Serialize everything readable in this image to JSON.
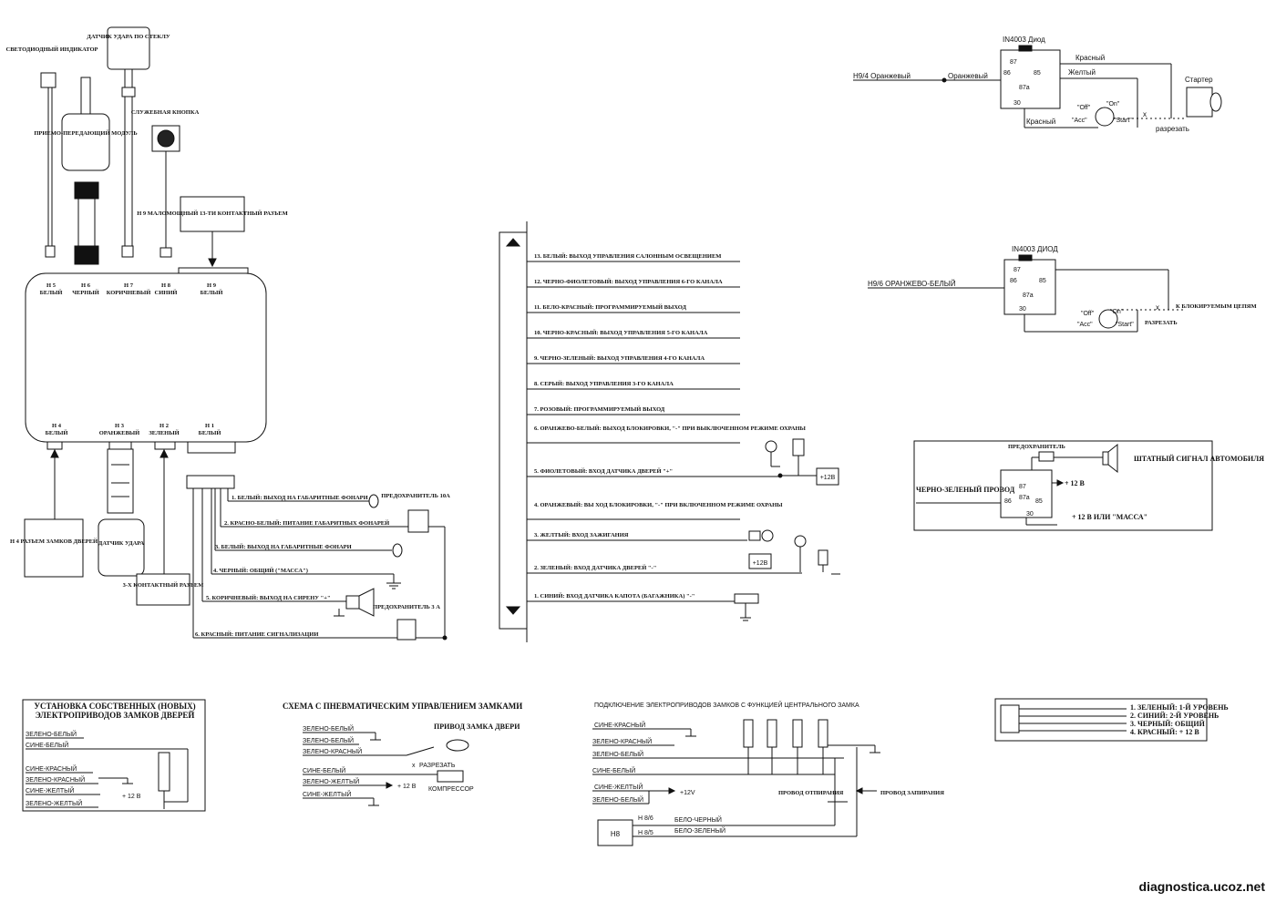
{
  "main_unit": {
    "led_label": "СВЕТОДИОДНЫЙ ИНДИКАТОР",
    "shock_glass_label": "ДАТЧИК УДАРА ПО СТЕКЛУ",
    "transceiver_label": "ПРИЕМО-ПЕРЕДАЮЩИЙ МОДУЛЬ",
    "service_button_label": "СЛУЖЕБНАЯ КНОПКА",
    "h9_connector_label": "Н 9 МАЛОМОЩНЫЙ 13-ТИ КОНТАКТНЫЙ РАЗЪЕМ",
    "top_ports": [
      {
        "id": "Н 5",
        "color": "БЕЛЫЙ"
      },
      {
        "id": "Н 6",
        "color": "ЧЕРНЫЙ"
      },
      {
        "id": "Н 7",
        "color": "КОРИЧНЕВЫЙ"
      },
      {
        "id": "Н 8",
        "color": "СИНИЙ"
      },
      {
        "id": "Н 9",
        "color": "БЕЛЫЙ"
      }
    ],
    "bottom_ports": [
      {
        "id": "Н 4",
        "color": "БЕЛЫЙ"
      },
      {
        "id": "Н 3",
        "color": "ОРАНЖЕВЫЙ"
      },
      {
        "id": "Н 2",
        "color": "ЗЕЛЕНЫЙ"
      },
      {
        "id": "Н 1",
        "color": "БЕЛЫЙ"
      }
    ],
    "door_lock_box": "Н 4 РАЗЪЕМ ЗАМКОВ ДВЕРЕЙ",
    "shock_sensor_label": "ДАТЧИК УДАРА",
    "three_pin_label": "3-Х КОНТАКТНЫЙ РАЗЪЕМ"
  },
  "h1_wires": {
    "lines": [
      "1. БЕЛЫЙ: ВЫХОД НА ГАБАРИТНЫЕ ФОНАРИ",
      "2. КРАСНО-БЕЛЫЙ: ПИТАНИЕ ГАБАРИТНЫХ ФОНАРЕЙ",
      "3. БЕЛЫЙ: ВЫХОД НА ГАБАРИТНЫЕ ФОНАРИ",
      "4. ЧЕРНЫЙ: ОБЩИЙ (\"МАССА\")",
      "5. КОРИЧНЕВЫЙ: ВЫХОД НА СИРЕНУ \"+\"",
      "6. КРАСНЫЙ: ПИТАНИЕ СИГНАЛИЗАЦИИ"
    ],
    "fuse_10a": "ПРЕДОХРАНИТЕЛЬ 10А",
    "fuse_3a": "ПРЕДОХРАНИТЕЛЬ 3 А"
  },
  "h9_wires": {
    "lines": [
      "13. БЕЛЫЙ: ВЫХОД УПРАВЛЕНИЯ САЛОННЫМ ОСВЕЩЕНИЕМ",
      "12. ЧЕРНО-ФИОЛЕТОВЫЙ: ВЫХОД УПРАВЛЕНИЯ 6-ГО КАНАЛА",
      "11. БЕЛО-КРАСНЫЙ: ПРОГРАММИРУЕМЫЙ ВЫХОД",
      "10. ЧЕРНО-КРАСНЫЙ: ВЫХОД УПРАВЛЕНИЯ 5-ГО КАНАЛА",
      "9. ЧЕРНО-ЗЕЛЕНЫЙ: ВЫХОД УПРАВЛЕНИЯ 4-ГО КАНАЛА",
      "8. СЕРЫЙ: ВЫХОД УПРАВЛЕНИЯ 3-ГО КАНАЛА",
      "7. РОЗОВЫЙ: ПРОГРАММИРУЕМЫЙ ВЫХОД",
      "6. ОРАНЖЕВО-БЕЛЫЙ: ВЫХОД БЛОКИРОВКИ, \"-\" ПРИ ВЫКЛЮЧЕННОМ РЕЖИМЕ ОХРАНЫ",
      "5. ФИОЛЕТОВЫЙ: ВХОД ДАТЧИКА ДВЕРЕЙ \"+\"",
      "4. ОРАНЖЕВЫЙ: ВЫ ХОД БЛОКИРОВКИ, \"-\" ПРИ ВКЛЮЧЕННОМ РЕЖИМЕ ОХРАНЫ",
      "3. ЖЕЛТЫЙ: ВХОД ЗАЖИГАНИЯ",
      "2. ЗЕЛЕНЫЙ: ВХОД ДАТЧИКА ДВЕРЕЙ \"-\"",
      "1. СИНИЙ: ВХОД ДАТЧИКА КАПОТА (БАГАЖНИКА) \"-\""
    ],
    "plus12_a": "+12В",
    "plus12_b": "+12В"
  },
  "starter_relay": {
    "input": "Н9/4 Оранжевый",
    "wire": "Оранжевый",
    "diode": "IN4003 Диод",
    "red_top": "Красный",
    "yellow": "Желтый",
    "red_bottom": "Красный",
    "starter": "Стартер",
    "cut": "разрезать",
    "pins": [
      "87",
      "86",
      "85",
      "87а",
      "30"
    ],
    "key": [
      "\"Off\"",
      "\"On\"",
      "\"Acc\"",
      "\"Start\""
    ]
  },
  "block_relay": {
    "input": "Н9/6 ОРАНЖЕВО-БЕЛЫЙ",
    "diode": "IN4003 ДИОД",
    "cut": "РАЗРЕЗАТЬ",
    "target": "К БЛОКИРУЕМЫМ ЦЕПЯМ",
    "pins": [
      "87",
      "86",
      "85",
      "87а",
      "30"
    ],
    "key": [
      "\"Off\"",
      "\"On\"",
      "\"Acc\"",
      "\"Start\""
    ]
  },
  "horn_relay": {
    "fuse": "ПРЕДОХРАНИТЕЛЬ",
    "horn": "ШТАТНЫЙ СИГНАЛ АВТОМОБИЛЯ",
    "wire": "ЧЕРНО-ЗЕЛЕНЫЙ ПРОВОД",
    "plus12": "+ 12 В",
    "plus12_or_ground": "+ 12 В ИЛИ \"МАССА\"",
    "pins": [
      "87",
      "86",
      "87а",
      "85",
      "30"
    ]
  },
  "own_locks": {
    "title_1": "УСТАНОВКА СОБСТВЕННЫХ (НОВЫХ)",
    "title_2": "ЭЛЕКТРОПРИВОДОВ ЗАМКОВ ДВЕРЕЙ",
    "wires": [
      "ЗЕЛЕНО-БЕЛЫЙ",
      "СИНЕ-БЕЛЫЙ",
      "СИНЕ-КРАСНЫЙ",
      "ЗЕЛЕНО-КРАСНЫЙ",
      "СИНЕ-ЖЕЛТЫЙ",
      "ЗЕЛЕНО-ЖЕЛТЫЙ"
    ],
    "plus12": "+ 12 В"
  },
  "pneumatic": {
    "title": "СХЕМА С ПНЕВМАТИЧЕСКИМ УПРАВЛЕНИЕМ ЗАМКАМИ",
    "wires": [
      "ЗЕЛЕНО-БЕЛЫЙ",
      "ЗЕЛЕНО-БЕЛЫЙ",
      "ЗЕЛЕНО-КРАСНЫЙ",
      "СИНЕ-БЕЛЫЙ",
      "ЗЕЛЕНО-ЖЕЛТЫЙ",
      "СИНЕ-ЖЕЛТЫЙ"
    ],
    "lock_actuator": "ПРИВОД ЗАМКА ДВЕРИ",
    "cut": "РАЗРЕЗАТЬ",
    "compressor": "КОМПРЕССОР",
    "plus12": "+ 12 В"
  },
  "central_lock": {
    "title": "ПОДКЛЮЧЕНИЕ ЭЛЕКТРОПРИВОДОВ ЗАМКОВ С ФУНКЦИЕЙ ЦЕНТРАЛЬНОГО ЗАМКА",
    "wires": [
      "СИНЕ-КРАСНЫЙ",
      "ЗЕЛЕНО-КРАСНЫЙ",
      "ЗЕЛЕНО-БЕЛЫЙ",
      "СИНЕ-БЕЛЫЙ",
      "СИНЕ-ЖЕЛТЫЙ",
      "ЗЕЛЕНО-БЕЛЫЙ"
    ],
    "plus12": "+12V",
    "unlock": "ПРОВОД ОТПИРАНИЯ",
    "lock": "ПРОВОД ЗАПИРАНИЯ",
    "h8": "Н8",
    "h86": "Н 8/6",
    "h85": "Н 8/5",
    "bw": "БЕЛО-ЧЕРНЫЙ",
    "bg": "БЕЛО-ЗЕЛЕНЫЙ"
  },
  "level_legend": {
    "items": [
      "1. ЗЕЛЕНЫЙ: 1-Й УРОВЕНЬ",
      "2. СИНИЙ: 2-Й УРОВЕНЬ",
      "3. ЧЕРНЫЙ: ОБЩИЙ",
      "4. КРАСНЫЙ: + 12 В"
    ]
  },
  "watermark": "diagnostica.ucoz.net"
}
